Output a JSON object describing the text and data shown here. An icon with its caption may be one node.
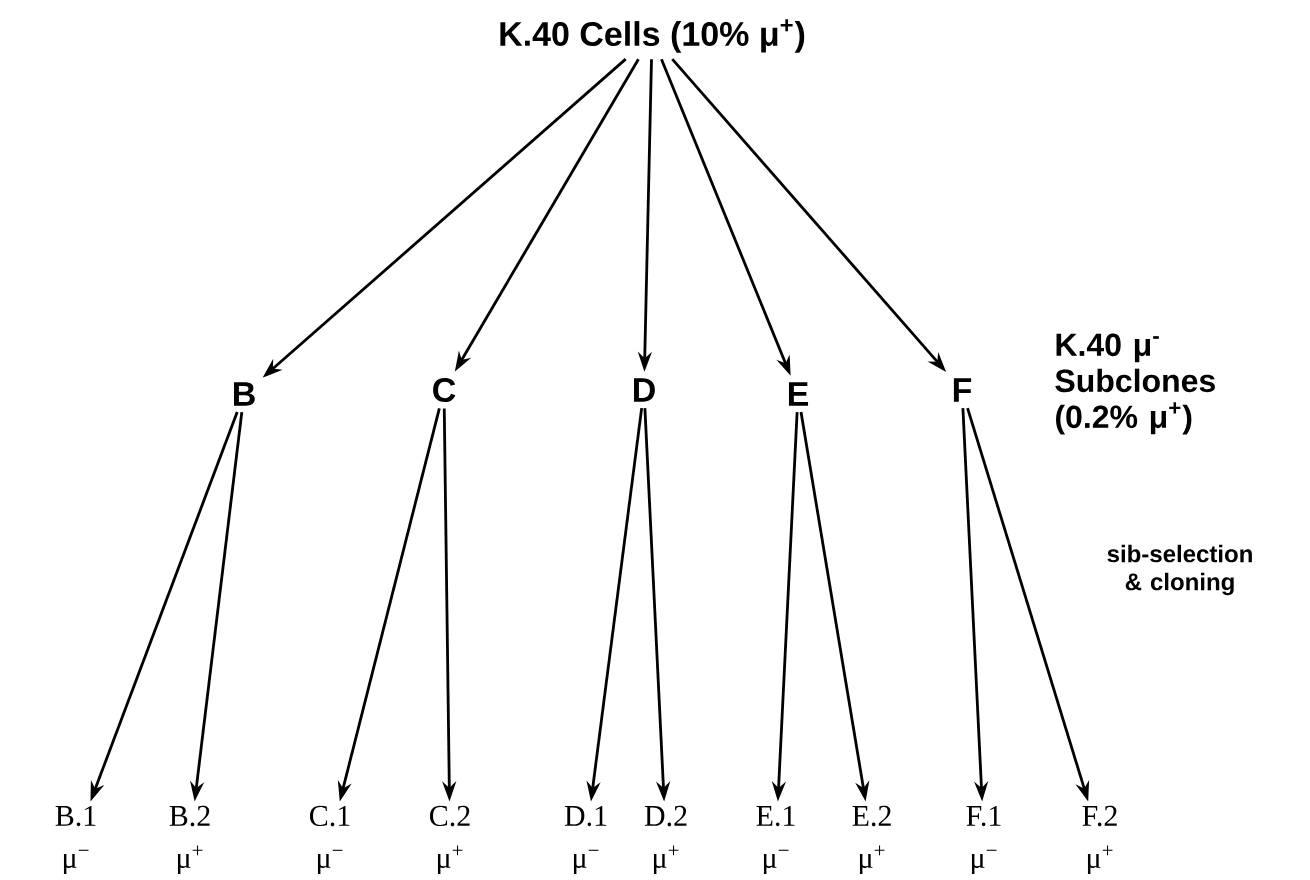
{
  "diagram": {
    "nodes": [
      {
        "text": [
          "K.40 Cells (10% μ$^{+}$)"
        ]
      },
      {
        "text": [
          "B"
        ]
      },
      {
        "text": [
          "C"
        ]
      },
      {
        "text": [
          "D"
        ]
      },
      {
        "text": [
          "E"
        ]
      },
      {
        "text": [
          "F"
        ]
      },
      {
        "text": [
          "B.1",
          "μ$^{−}$"
        ]
      },
      {
        "text": [
          "B.2",
          "μ$^{+}$"
        ]
      },
      {
        "text": [
          "C.1",
          "μ$^{−}$"
        ]
      },
      {
        "text": [
          "C.2",
          "μ$^{+}$"
        ]
      },
      {
        "text": [
          "D.1",
          "μ$^{−}$"
        ]
      },
      {
        "text": [
          "D.2",
          "μ$^{+}$"
        ]
      },
      {
        "text": [
          "E.1",
          "μ$^{−}$"
        ]
      },
      {
        "text": [
          "E.2",
          "μ$^{+}$"
        ]
      },
      {
        "text": [
          "F.1",
          "μ$^{−}$"
        ]
      },
      {
        "text": [
          "F.2",
          "μ$^{+}$"
        ]
      }
    ],
    "edges": [
      {
        "from": 0,
        "to": 1,
        "arrow": "to"
      },
      {
        "from": 0,
        "to": 2,
        "arrow": "to"
      },
      {
        "from": 0,
        "to": 3,
        "arrow": "to"
      },
      {
        "from": 0,
        "to": 4,
        "arrow": "to"
      },
      {
        "from": 0,
        "to": 5,
        "arrow": "to"
      },
      {
        "from": 1,
        "to": 6,
        "arrow": "to"
      },
      {
        "from": 1,
        "to": 7,
        "arrow": "to"
      },
      {
        "from": 2,
        "to": 8,
        "arrow": "to"
      },
      {
        "from": 2,
        "to": 9,
        "arrow": "to"
      },
      {
        "from": 3,
        "to": 10,
        "arrow": "to"
      },
      {
        "from": 3,
        "to": 11,
        "arrow": "to"
      },
      {
        "from": 4,
        "to": 12,
        "arrow": "to"
      },
      {
        "from": 4,
        "to": 13,
        "arrow": "to"
      },
      {
        "from": 5,
        "to": 14,
        "arrow": "to"
      },
      {
        "from": 5,
        "to": 15,
        "arrow": "to"
      }
    ],
    "labels": [
      "K.40 μ$^{-}$ Subclones (0.2% μ$^{+}$)",
      "sib-selection & cloning"
    ]
  }
}
